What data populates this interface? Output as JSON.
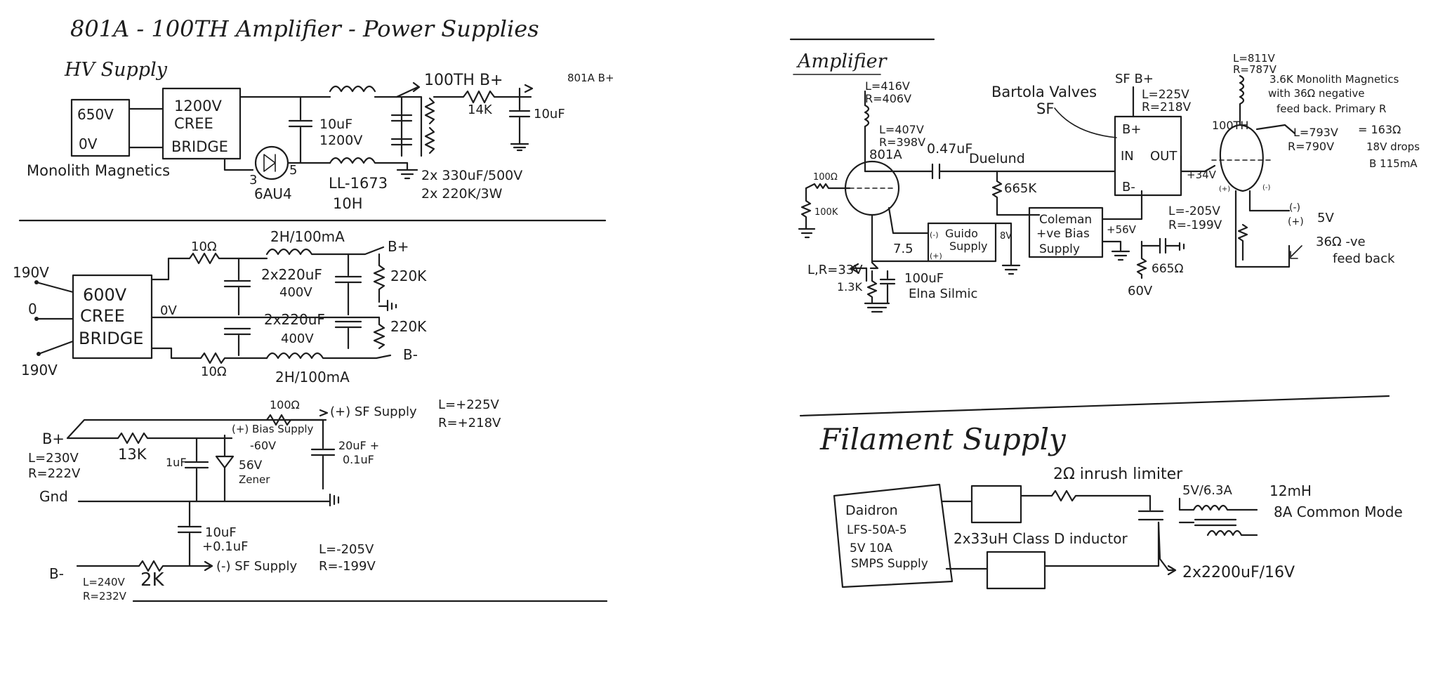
{
  "page": {
    "title": "801A - 100TH Amplifier - Power Supplies"
  },
  "hv_supply": {
    "heading": "HV Supply",
    "transformer": {
      "top": "650V",
      "bottom": "0V",
      "maker": "Monolith Magnetics"
    },
    "bridge": [
      "1200V",
      "CREE",
      "BRIDGE"
    ],
    "rectifier": {
      "pin_left": "3",
      "pin_right": "5",
      "tube": "6AU4"
    },
    "cap1": [
      "10uF",
      "1200V"
    ],
    "choke": [
      "LL-1673",
      "10H"
    ],
    "caps_note": [
      "2x 330uF/500V",
      "2x 220K/3W"
    ],
    "bplus_100th": "100TH B+",
    "bplus_801a": "801A B+",
    "resistor": "14K",
    "cap2": "10uF"
  },
  "bias_supply": {
    "v_top": "190V",
    "v_mid": "0",
    "v_bot": "190V",
    "bridge": [
      "600V",
      "CREE",
      "BRIDGE"
    ],
    "ov": "0V",
    "r_top": "10Ω",
    "r_bot": "10Ω",
    "choke_top": "2H/100mA",
    "choke_bot": "2H/100mA",
    "cap_top": [
      "2x220uF",
      "400V"
    ],
    "cap_bot": [
      "2x220uF",
      "400V"
    ],
    "r_bleed_top": "220K",
    "r_bleed_bot": "220K",
    "out_plus": "B+",
    "out_minus": "B-"
  },
  "sf_supply": {
    "bplus": "B+",
    "bplus_meas": [
      "L=230V",
      "R=222V"
    ],
    "r_13k": "13K",
    "cap_1u": "1uF",
    "zener": [
      "56V",
      "Zener"
    ],
    "bias_note": [
      "(+) Bias Supply",
      "-60V"
    ],
    "r_100": "100Ω",
    "pos_out": "(+) SF Supply",
    "pos_meas": [
      "L=+225V",
      "R=+218V"
    ],
    "cap_20u": [
      "20uF +",
      "0.1uF"
    ],
    "gnd": "Gnd",
    "cap_10u": [
      "10uF",
      "+0.1uF"
    ],
    "bminus": "B-",
    "bminus_meas": [
      "L=240V",
      "R=232V"
    ],
    "r_2k": "2K",
    "neg_out": "(-) SF Supply",
    "neg_meas": [
      "L=-205V",
      "R=-199V"
    ]
  },
  "amplifier": {
    "heading": "Amplifier",
    "l1": [
      "L=416V",
      "R=406V"
    ],
    "l2": [
      "L=407V",
      "R=398V"
    ],
    "tube_801a": "801A",
    "coupling": [
      "0.47uF",
      "Duelund"
    ],
    "r_grid": "100Ω",
    "r_100k": "100K",
    "r_665k": "665K",
    "guido": [
      "Guido",
      "Supply"
    ],
    "guido_pins": [
      "(-)",
      "(+)",
      "8V"
    ],
    "v75": "7.5",
    "lr33": "L,R=33V",
    "r_13k": "1.3K",
    "cap_cath": [
      "100uF",
      "Elna Silmic"
    ],
    "bartola": [
      "Bartola Valves",
      "SF"
    ],
    "sf_bplus": "SF B+",
    "sf_meas": [
      "L=225V",
      "R=218V"
    ],
    "sf_box": [
      "B+",
      "IN",
      "OUT",
      "B-"
    ],
    "coleman": [
      "Coleman",
      "+ve Bias",
      "Supply"
    ],
    "v56": "+56V",
    "v34": "+34V",
    "sf_bminus": [
      "L=-205V",
      "R=-199V"
    ],
    "r_665": "665Ω",
    "v60": "60V",
    "tube_100th": "100TH",
    "plate_meas": [
      "L=811V",
      "R=787V"
    ],
    "output_tx": [
      "3.6K Monolith Magnetics",
      "with 36Ω negative",
      "feed back. Primary R"
    ],
    "primary": [
      "L=793V",
      "R=790V",
      "= 163Ω",
      "18V drops",
      "B 115mA"
    ],
    "fil_pol": [
      "(+)",
      "(-)",
      "(-)",
      "(+)"
    ],
    "v5": "5V",
    "feedback": [
      "36Ω -ve",
      "feed back"
    ]
  },
  "filament": {
    "heading": "Filament Supply",
    "smps": [
      "Daidron",
      "LFS-50A-5",
      "5V 10A",
      "SMPS Supply"
    ],
    "inrush": "2Ω inrush limiter",
    "inductor": "2x33uH Class D inductor",
    "out": "5V/6.3A",
    "cm": [
      "12mH",
      "8A Common Mode"
    ],
    "caps": "2x2200uF/16V"
  }
}
